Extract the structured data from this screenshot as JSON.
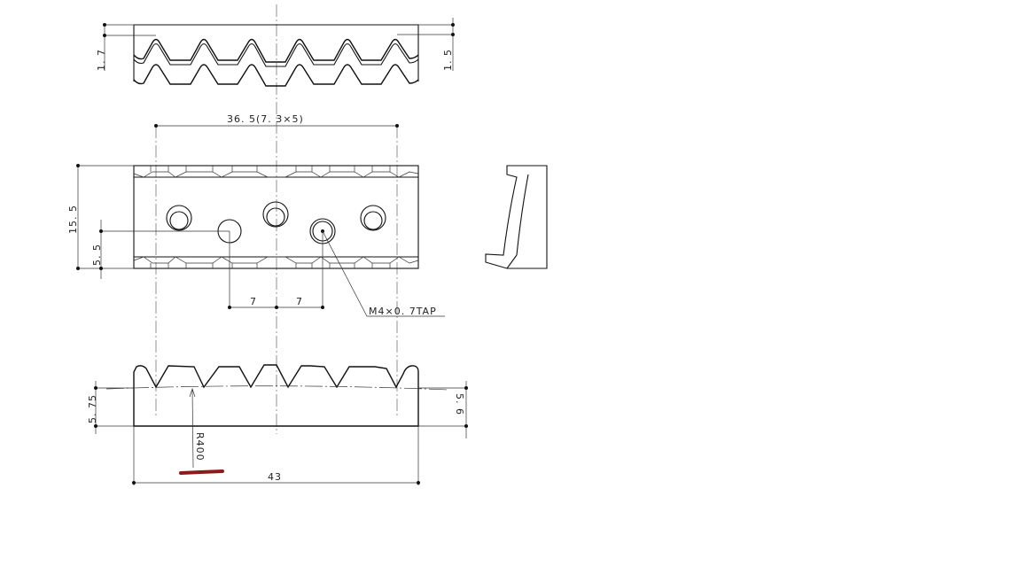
{
  "drawing": {
    "top_view": {
      "dim_left": "1. 7",
      "dim_right": "1. 5"
    },
    "front_view": {
      "pitch_dim": "36. 5(7. 3×5)",
      "height_dim": "15. 5",
      "hole_height_dim": "5. 5",
      "spacing_left": "7",
      "spacing_right": "7",
      "tap_note": "M4×0. 7TAP"
    },
    "bottom_view": {
      "dim_left": "5. 75",
      "dim_right": "5. 6",
      "radius": "R400",
      "width_dim": "43"
    },
    "colors": {
      "markup": "#8b1a1a"
    }
  }
}
